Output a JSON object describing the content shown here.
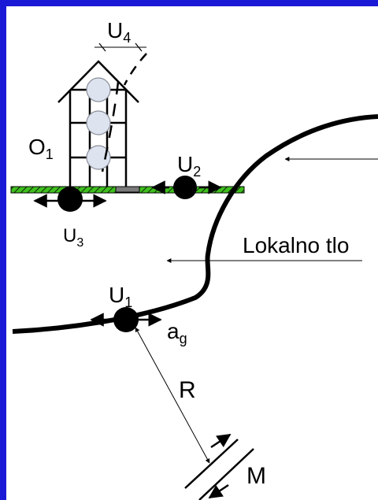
{
  "labels": {
    "u4": {
      "main": "U",
      "sub": "4"
    },
    "o1": {
      "main": "O",
      "sub": "1"
    },
    "u2": {
      "main": "U",
      "sub": "2"
    },
    "u3": {
      "main": "U",
      "sub": "3"
    },
    "u1": {
      "main": "U",
      "sub": "1"
    },
    "ag": {
      "main": "a",
      "sub": "g"
    },
    "r": "R",
    "m": "M",
    "lokalno": "Lokalno tlo"
  },
  "colors": {
    "frame": "#1a1ad6",
    "background": "#ffffff",
    "ground_strip": "#3fbf1f",
    "ball": "#dde4f0",
    "ink": "#000000",
    "slab": "#7a7a7a"
  }
}
